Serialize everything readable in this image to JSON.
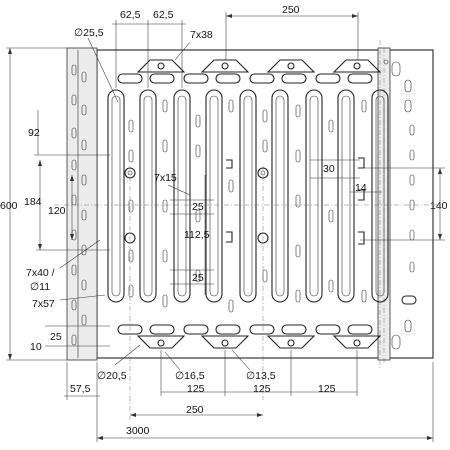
{
  "drawing": {
    "dimensions": {
      "top_62_5_a": "62,5",
      "top_62_5_b": "62,5",
      "top_250": "250",
      "hole_25_5": "∅25,5",
      "slot_7x38": "7x38",
      "left_92": "92",
      "left_600": "600",
      "left_184": "184",
      "left_120": "120",
      "slot_7x15": "7x15",
      "mid_25_a": "25",
      "mid_112_5": "112,5",
      "mid_25_b": "25",
      "right_30": "30",
      "right_14": "14",
      "right_140": "140",
      "slot_7x40": "7x40 /",
      "hole_11": "∅11",
      "slot_7x57": "7x57",
      "left_25": "25",
      "left_10": "10",
      "hole_20_5": "∅20,5",
      "hole_16_5": "∅16,5",
      "hole_13_5": "∅13,5",
      "bottom_57_5": "57,5",
      "bottom_125_a": "125",
      "bottom_125_b": "125",
      "bottom_125_c": "125",
      "bottom_250": "250",
      "bottom_3000": "3000"
    }
  }
}
